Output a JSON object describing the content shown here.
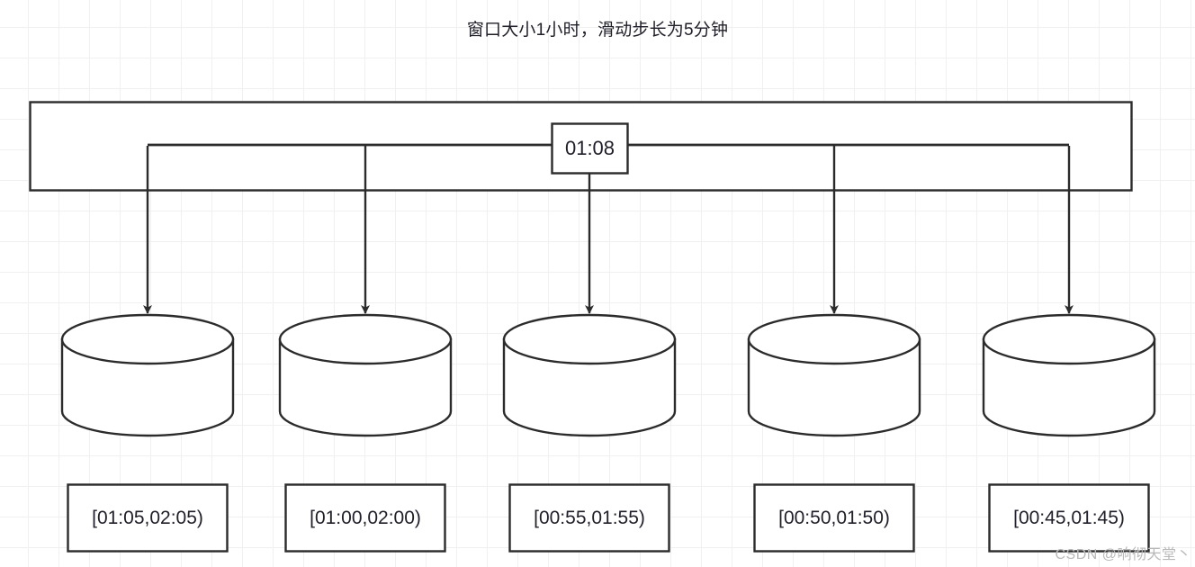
{
  "diagram": {
    "title": "窗口大小1小时，滑动步长为5分钟",
    "stream_bar": {
      "name": "event-stream-bar"
    },
    "current_event": {
      "label": "01:08"
    },
    "windows": [
      {
        "id": "window-1",
        "cylinder": "database-cylinder",
        "label": "[01:05,02:05)"
      },
      {
        "id": "window-2",
        "cylinder": "database-cylinder",
        "label": "[01:00,02:00)"
      },
      {
        "id": "window-3",
        "cylinder": "database-cylinder",
        "label": "[00:55,01:55)"
      },
      {
        "id": "window-4",
        "cylinder": "database-cylinder",
        "label": "[00:50,01:50)"
      },
      {
        "id": "window-5",
        "cylinder": "database-cylinder",
        "label": "[00:45,01:45)"
      }
    ],
    "watermark": "CSDN @响彻天堂丶",
    "colors": {
      "stroke": "#2b2b2b",
      "grid": "#f0f0f0",
      "text": "#20202a",
      "background": "#ffffff",
      "watermark": "#b9b9b9"
    }
  }
}
